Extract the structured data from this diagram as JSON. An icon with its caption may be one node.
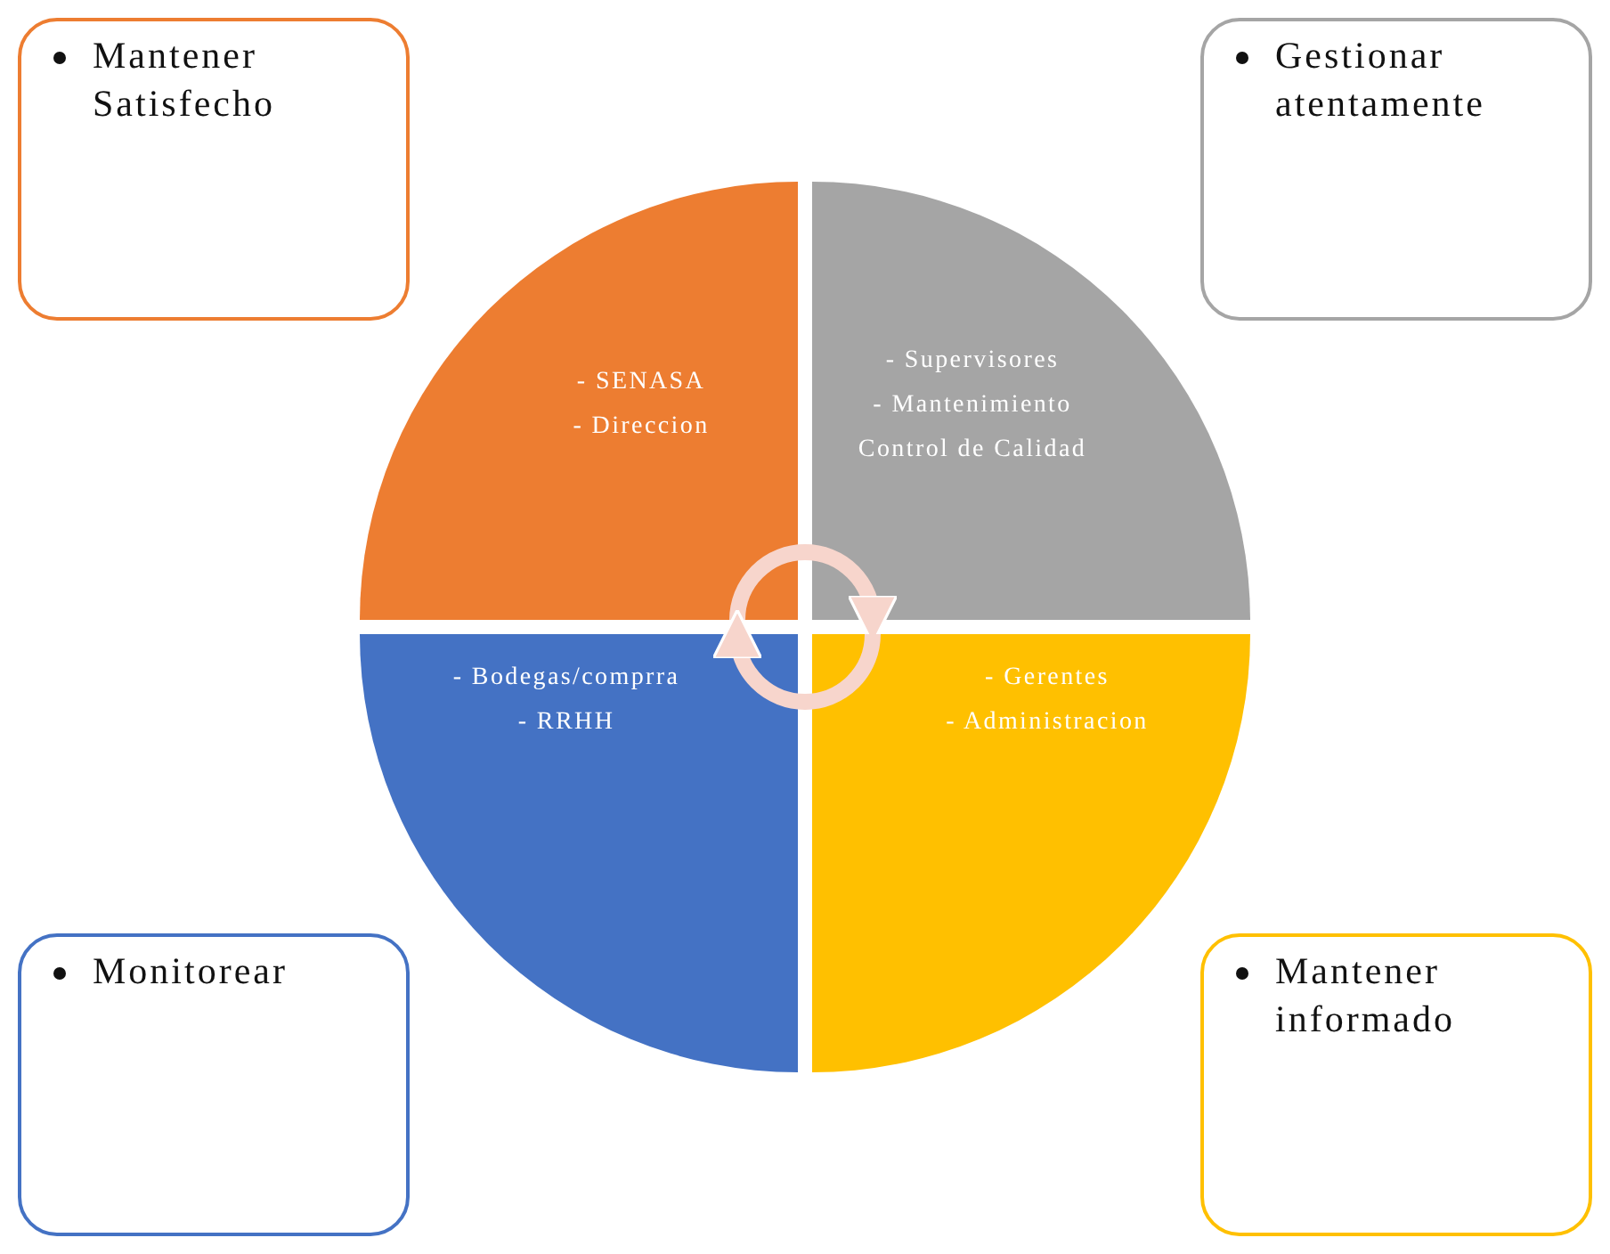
{
  "diagram": {
    "nodes": [
      {
        "text": [
          "Mantener Satisfecho"
        ]
      },
      {
        "text": [
          "Gestionar atentamente"
        ]
      },
      {
        "text": [
          "Monitorear"
        ]
      },
      {
        "text": [
          "Mantener informado"
        ]
      },
      {
        "text": [
          "- SENASA",
          "- Direccion"
        ]
      },
      {
        "text": [
          "- Supervisores",
          "- Mantenimiento",
          "Control de Calidad"
        ]
      },
      {
        "text": [
          "- Bodegas/comprra",
          "- RRHH"
        ]
      },
      {
        "text": [
          "- Gerentes",
          "- Administracion"
        ]
      }
    ],
    "edges": [
      {
        "from": 4,
        "to": 5,
        "arrow": "to"
      },
      {
        "from": 7,
        "to": 6,
        "arrow": "to"
      }
    ]
  }
}
